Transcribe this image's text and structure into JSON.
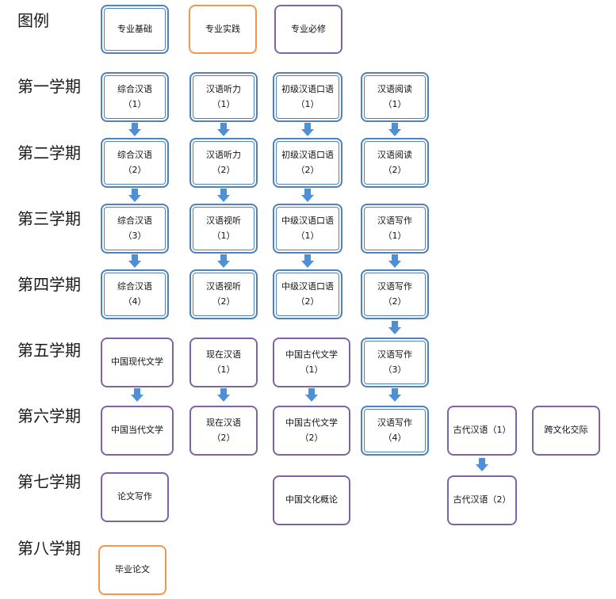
{
  "legend": {
    "title": "图例",
    "items": [
      {
        "id": "basic",
        "label": "专业基础"
      },
      {
        "id": "practice",
        "label": "专业实践"
      },
      {
        "id": "required",
        "label": "专业必修"
      }
    ]
  },
  "semesters": [
    "第一学期",
    "第二学期",
    "第三学期",
    "第四学期",
    "第五学期",
    "第六学期",
    "第七学期",
    "第八学期"
  ],
  "colors": {
    "basic": "#4f81bd",
    "practice": "#f79646",
    "required": "#8064a2",
    "arrow": "#4f8fd6"
  },
  "courses": {
    "s1_c1": {
      "name": "综合汉语",
      "num": "（1）"
    },
    "s1_c2": {
      "name": "汉语听力",
      "num": "（1）"
    },
    "s1_c3": {
      "name": "初级汉语口语",
      "num": "（1）"
    },
    "s1_c4": {
      "name": "汉语阅读",
      "num": "（1）"
    },
    "s2_c1": {
      "name": "综合汉语",
      "num": "（2）"
    },
    "s2_c2": {
      "name": "汉语听力",
      "num": "（2）"
    },
    "s2_c3": {
      "name": "初级汉语口语",
      "num": "（2）"
    },
    "s2_c4": {
      "name": "汉语阅读",
      "num": "（2）"
    },
    "s3_c1": {
      "name": "综合汉语",
      "num": "（3）"
    },
    "s3_c2": {
      "name": "汉语视听",
      "num": "（1）"
    },
    "s3_c3": {
      "name": "中级汉语口语",
      "num": "（1）"
    },
    "s3_c4": {
      "name": "汉语写作",
      "num": "（1）"
    },
    "s4_c1": {
      "name": "综合汉语",
      "num": "（4）"
    },
    "s4_c2": {
      "name": "汉语视听",
      "num": "（2）"
    },
    "s4_c3": {
      "name": "中级汉语口语",
      "num": "（2）"
    },
    "s4_c4": {
      "name": "汉语写作",
      "num": "（2）"
    },
    "s5_c1": {
      "name": "中国现代文学"
    },
    "s5_c2": {
      "name": "现在汉语",
      "num": "（1）"
    },
    "s5_c3": {
      "name": "中国古代文学",
      "num": "（1）"
    },
    "s5_c4": {
      "name": "汉语写作",
      "num": "（3）"
    },
    "s6_c1": {
      "name": "中国当代文学"
    },
    "s6_c2": {
      "name": "现在汉语",
      "num": "（2）"
    },
    "s6_c3": {
      "name": "中国古代文学",
      "num": "（2）"
    },
    "s6_c4": {
      "name": "汉语写作",
      "num": "（4）"
    },
    "s6_c5": {
      "name": "古代汉语（1）"
    },
    "s6_c6": {
      "name": "跨文化交际"
    },
    "s7_c1": {
      "name": "论文写作"
    },
    "s7_c3": {
      "name": "中国文化概论"
    },
    "s7_c5": {
      "name": "古代汉语（2）"
    },
    "s8_c1": {
      "name": "毕业论文"
    }
  }
}
